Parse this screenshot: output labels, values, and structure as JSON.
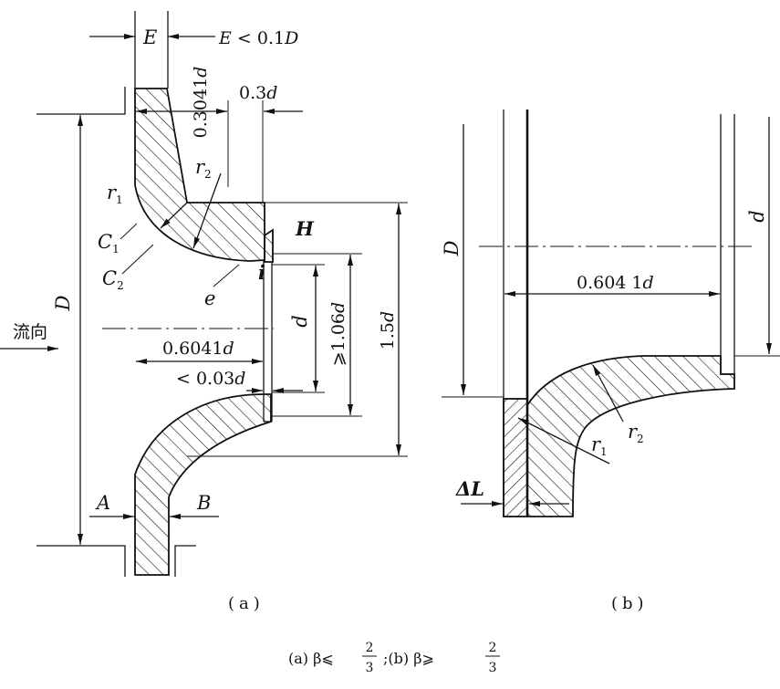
{
  "figure_a": {
    "label": "(a)",
    "E": "E",
    "E_limit": {
      "a": "E",
      "b": " < 0.1",
      "c": "D"
    },
    "dim_inlet": {
      "n": "0.3041",
      "v": "d"
    },
    "dim_recess": {
      "n": "0.3",
      "v": "d"
    },
    "r2": {
      "main": "r",
      "sub": "2"
    },
    "r1": {
      "main": "r",
      "sub": "1"
    },
    "C1": {
      "main": "C",
      "sub": "1"
    },
    "C2": {
      "main": "C",
      "sub": "2"
    },
    "H": "H",
    "e": "e",
    "i": "i",
    "D": "D",
    "flow_direction": "流向",
    "d": "d",
    "dim_recess_diameter": {
      "n": "⩾1.06",
      "v": "d"
    },
    "dim_outer": {
      "n": "1.5",
      "v": "d"
    },
    "dim_length": {
      "n": "0.6041",
      "v": "d"
    },
    "dim_wall": {
      "n": "< 0.03",
      "v": "d"
    },
    "A": "A",
    "B": "B"
  },
  "figure_b": {
    "label": "(b)",
    "D": "D",
    "d": "d",
    "dim_length": {
      "n": "0.604 1",
      "v": "d"
    },
    "r2": {
      "main": "r",
      "sub": "2"
    },
    "r1": {
      "main": "r",
      "sub": "1"
    },
    "delta_L": "ΔL"
  },
  "caption": {
    "part_a": "(a) β⩽",
    "frac_a": {
      "num": "2",
      "den": "3"
    },
    "part_b": ";(b) β⩾",
    "frac_b": {
      "num": "2",
      "den": "3"
    }
  }
}
